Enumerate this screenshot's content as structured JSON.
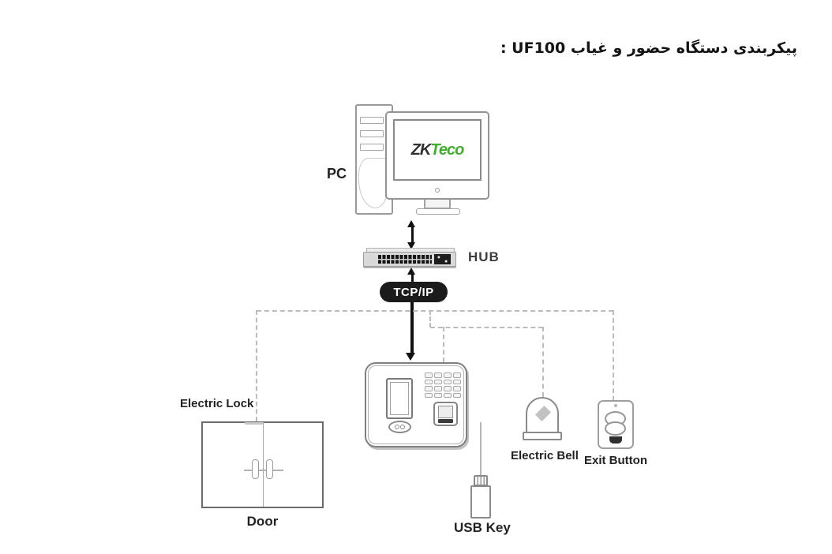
{
  "title": "پیکربندی دستگاه حضور و غیاب UF100 :",
  "colors": {
    "logo_green": "#3fae2a",
    "pill_bg": "#1b1b1b",
    "pill_text": "#ffffff",
    "line_black": "#111111",
    "wire_gray": "#bcbcbc"
  },
  "logo": {
    "zk": "ZK",
    "teco": "Teco"
  },
  "labels": {
    "pc": "PC",
    "hub": "HUB",
    "tcpip": "TCP/IP",
    "electric_lock": "Electric Lock",
    "door": "Door",
    "electric_bell": "Electric Bell",
    "exit_button": "Exit Button",
    "usb_key": "USB Key"
  }
}
